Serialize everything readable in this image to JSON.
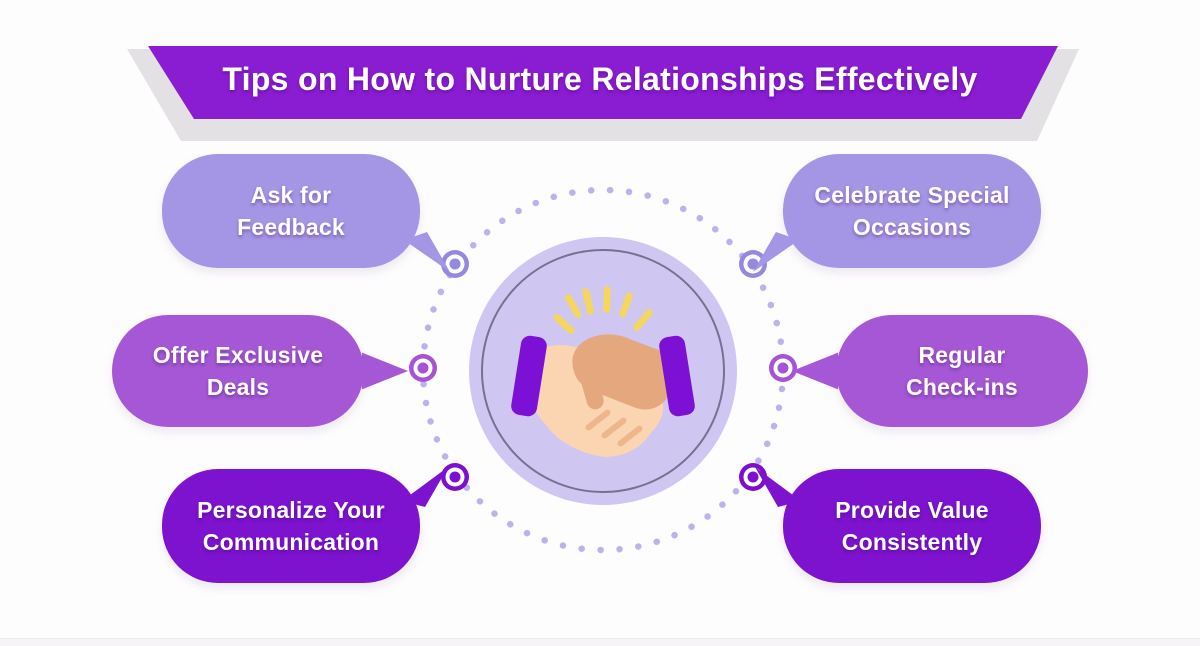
{
  "header": {
    "title": "Tips on How to Nurture Relationships Effectively"
  },
  "bubbles": [
    {
      "id": "ask-for-feedback",
      "label": "Ask for\nFeedback",
      "position": "top-left",
      "color": "#a495e5"
    },
    {
      "id": "celebrate-special-occasions",
      "label": "Celebrate Special\nOccasions",
      "position": "top-right",
      "color": "#a495e5"
    },
    {
      "id": "offer-exclusive-deals",
      "label": "Offer Exclusive\nDeals",
      "position": "middle-left",
      "color": "#a557d6"
    },
    {
      "id": "regular-check-ins",
      "label": "Regular\nCheck-ins",
      "position": "middle-right",
      "color": "#a557d6"
    },
    {
      "id": "personalize-your-communication",
      "label": "Personalize Your\nCommunication",
      "position": "bottom-left",
      "color": "#7d12cf"
    },
    {
      "id": "provide-value-consistently",
      "label": "Provide Value\nConsistently",
      "position": "bottom-right",
      "color": "#7d12cf"
    }
  ],
  "center": {
    "icon": "handshake-icon"
  },
  "colors": {
    "banner_purple": "#8a1cd2",
    "banner_shadow": "#e3e1e3",
    "bubble_light": "#a495e5",
    "bubble_medium": "#a557d6",
    "bubble_deep": "#7d12cf",
    "ring_light": "#9488df",
    "ring_medium": "#a653d6",
    "ring_deep": "#7e10cd",
    "dotted_circle": "#bdb3ec",
    "center_circle_fill": "#cfc6f2",
    "center_circle_outline": "#6f6886",
    "hand_light": "#fbd5b1",
    "hand_tan": "#e5a87e",
    "sleeve_purple": "#7c10d4",
    "rays_yellow": "#f5d65f",
    "text_white": "#ffffff"
  }
}
